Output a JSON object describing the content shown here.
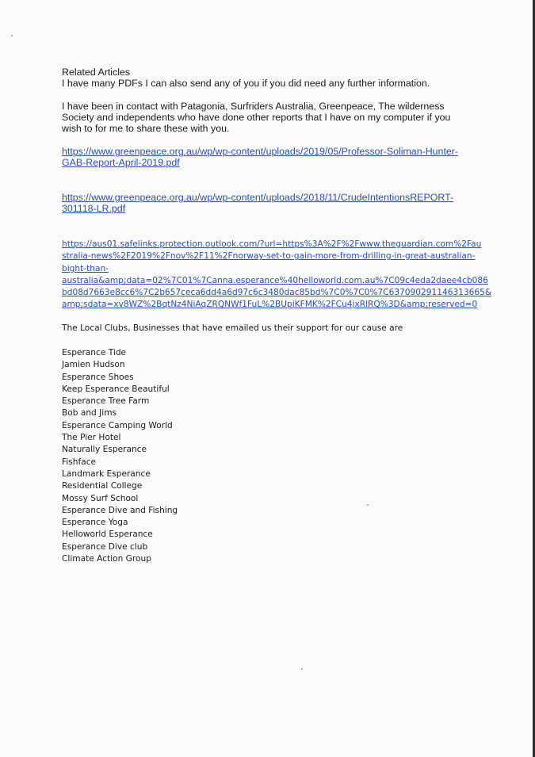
{
  "related_title": "Related Articles",
  "intro_line": "I have many PDFs I can also send any of you if you did need any further information.",
  "contact_paragraph": [
    "I have been in contact with Patagonia, Surfriders Australia, Greenpeace, The wilderness",
    "Society and independents who have done other reports that I have on my computer if you",
    "wish to for me to share these with you."
  ],
  "link1": [
    "https://www.greenpeace.org.au/wp/wp-content/uploads/2019/05/Professor-Soliman-Hunter-",
    "GAB-Report-April-2019.pdf"
  ],
  "link2": [
    "https://www.greenpeace.org.au/wp/wp-content/uploads/2018/11/CrudeIntentionsREPORT-",
    "301118-LR.pdf"
  ],
  "link3": [
    "https://aus01.safelinks.protection.outlook.com/?url=https%3A%2F%2Fwww.theguardian.com%2Fau",
    "stralia-news%2F2019%2Fnov%2F11%2Fnorway-set-to-gain-more-from-drilling-in-great-australian-",
    "bight-than-",
    "australia&amp;data=02%7C01%7Canna.esperance%40helloworld.com.au%7C09c4eda2daee4cb086",
    "bd08d7663e8cc6%7C2b657ceca6dd4a6d97c6c3480dac85bd%7C0%7C0%7C637090291146313665&",
    "amp;sdata=xv8WZ%2BqtNz4NiAqZRQNWf1FuL%2BUpiKFMK%2FCu4jxRlRQ%3D&amp;reserved=0"
  ],
  "clubs_intro": "The Local Clubs, Businesses that have emailed us their support for our cause are",
  "clubs": [
    "Esperance Tide",
    "Jamien Hudson",
    "Esperance Shoes",
    "Keep Esperance Beautiful",
    "Esperance Tree Farm",
    "Bob and Jims",
    "Esperance Camping World",
    "The Pier Hotel",
    "Naturally Esperance",
    "Fishface",
    "Landmark Esperance",
    "Residential College",
    "Mossy Surf School",
    "Esperance Dive and Fishing",
    "Esperance Yoga",
    "Helloworld Esperance",
    "Esperance Dive club",
    "Climate Action Group"
  ]
}
